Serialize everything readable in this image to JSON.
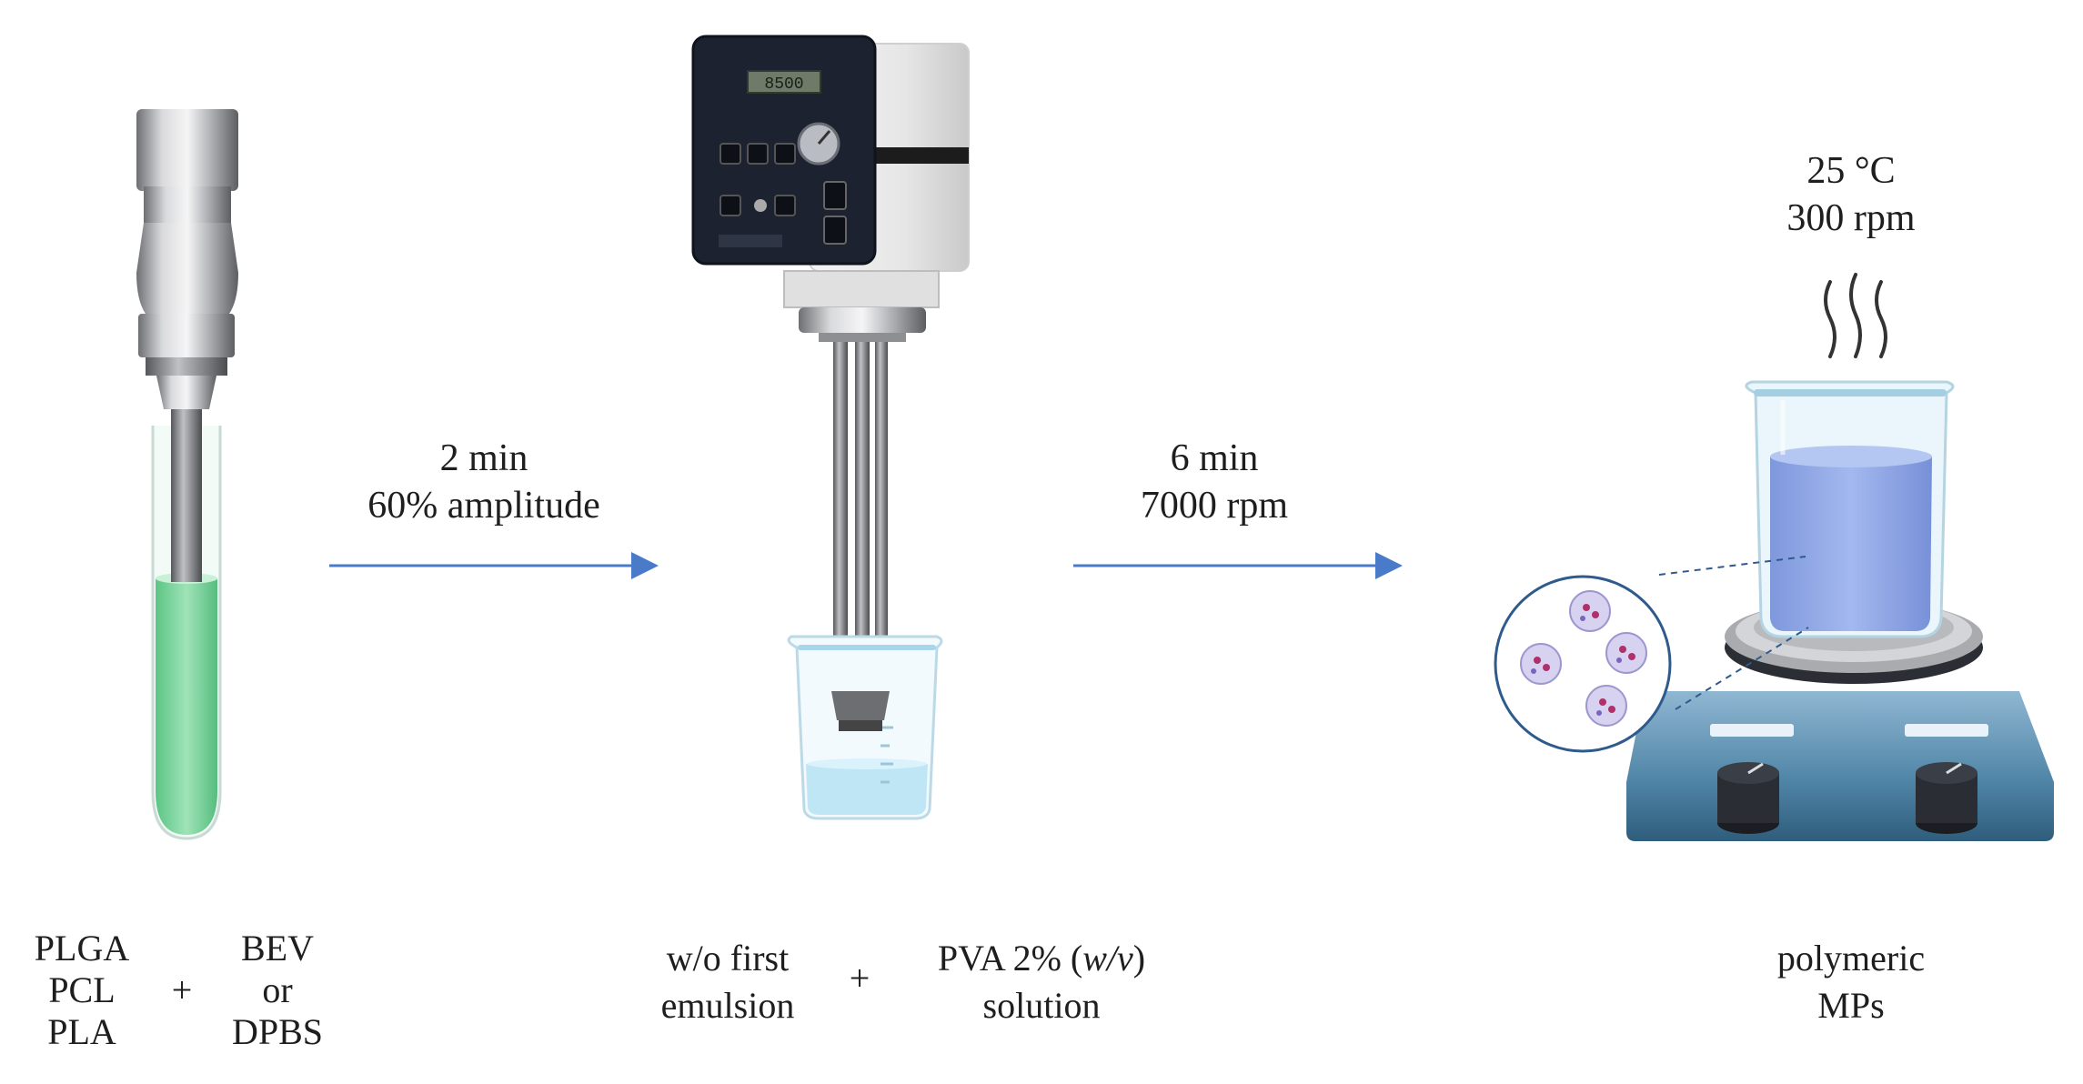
{
  "step1": {
    "conditions": [
      "2 min",
      "60% amplitude"
    ],
    "polymers": [
      "PLGA",
      "PCL",
      "PLA"
    ],
    "plus": "+",
    "payload": [
      "BEV",
      "or",
      "DPBS"
    ]
  },
  "step2": {
    "conditions": [
      "6 min",
      "7000 rpm"
    ],
    "phase_a": [
      "w/o first",
      "emulsion"
    ],
    "plus": "+",
    "phase_b_line1_prefix": "PVA 2% (",
    "phase_b_line1_italic": "w/v",
    "phase_b_line1_suffix": ")",
    "phase_b_line2": "solution"
  },
  "step3": {
    "conditions": [
      "25 °C",
      "300 rpm"
    ],
    "product": [
      "polymeric",
      "MPs"
    ]
  },
  "colors": {
    "arrow": "#4a7bc8",
    "tube_liquid": "#7fd6a0",
    "beaker_liquid": "#8fa8e8",
    "stirrer_body": "#5b8fb0",
    "panel": "#1c2230"
  },
  "icons": [
    "sonicator-probe-icon",
    "homogenizer-icon",
    "beaker-icon",
    "hotplate-stirrer-icon",
    "microparticle-zoom-icon",
    "heat-waves-icon"
  ]
}
